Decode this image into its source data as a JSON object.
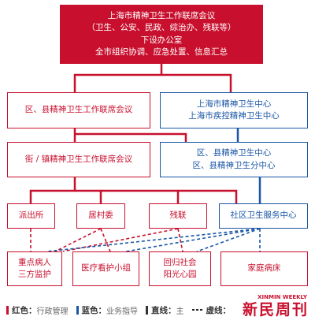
{
  "top_box": {
    "line1": "上海市精神卫生工作联席会议",
    "line2": "（卫生、公安、民政、综治办、残联等）",
    "line3": "下设办公室",
    "line4": "全市组织协调、应急处置、信息汇总"
  },
  "district_joint": "区、县精神卫生工作联席会议",
  "street_joint": "街 / 镇精神卫生工作联席会议",
  "city_center": {
    "line1": "上海市精神卫生中心",
    "line2": "上海市疾控精神卫生中心"
  },
  "district_center": {
    "line1": "区、县精神卫生中心",
    "line2": "区、县精神卫生分中心"
  },
  "level4": {
    "police": "派出所",
    "residents": "居村委",
    "disabled": "残联",
    "community": "社区卫生服务中心"
  },
  "level5": {
    "key_patient": {
      "line1": "重点病人",
      "line2": "三方监护"
    },
    "care_group": "医疗看护小组",
    "return_society": {
      "line1": "回归社会",
      "line2": "阳光心园"
    },
    "family_bed": "家庭病床"
  },
  "legend": {
    "red_key": "红色：",
    "red_desc": "行政管理",
    "blue_key": "蓝色：",
    "blue_desc": "业务指导",
    "solid_key": "直线：",
    "solid_desc": "主",
    "dashed_key": "虚线："
  },
  "watermark": {
    "brand": "新民周刊",
    "en": "XINMIN WEEKLY"
  },
  "colors": {
    "red": "#c8102e",
    "blue": "#1a56a6"
  }
}
